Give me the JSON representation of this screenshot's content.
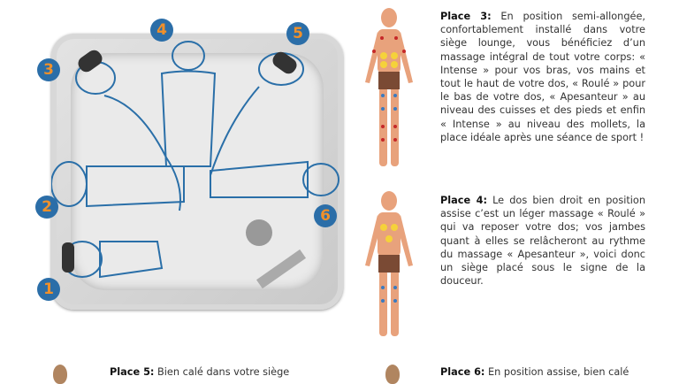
{
  "diagram": {
    "badges": [
      "1",
      "2",
      "3",
      "4",
      "5",
      "6"
    ],
    "badge_color": "#2b6ea8",
    "number_color": "#f0902a"
  },
  "places": [
    {
      "label": "Place 3:",
      "text": " En position semi-allongée, confortablement installé dans votre siège lounge, vous bénéficiez d’un massage intégral de tout votre corps: « Intense » pour vos bras, vos mains et tout le haut de votre dos, « Roulé » pour le bas de votre dos, « Apesanteur » au niveau des cuisses et des pieds et enfin « Intense » au niveau des mollets, la place idéale après une séance de sport !"
    },
    {
      "label": "Place 4:",
      "text": " Le dos bien droit en position assise c’est un léger massage « Roulé » qui va reposer votre dos; vos jambes quant à elles se relâcheront au rythme du massage « Apesanteur », voici donc un siège placé sous le signe de la douceur."
    },
    {
      "label": "Place 5:",
      "text": " Bien calé dans votre siège"
    },
    {
      "label": "Place 6:",
      "text": " En position assise, bien calé"
    }
  ]
}
